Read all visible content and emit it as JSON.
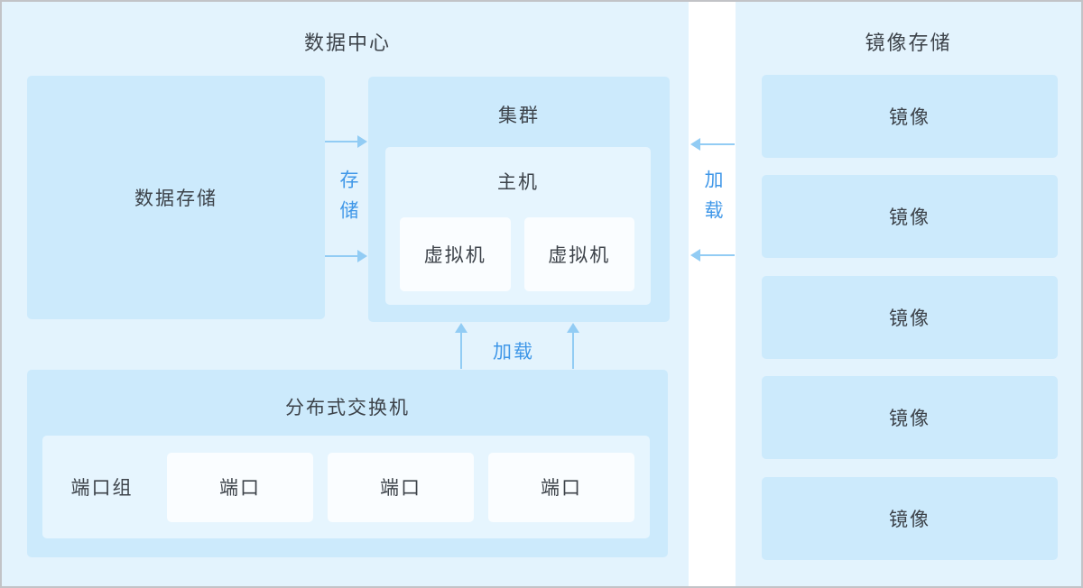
{
  "datacenter": {
    "title": "数据中心",
    "data_storage": {
      "label": "数据存储"
    },
    "cluster": {
      "title": "集群",
      "host": {
        "title": "主机",
        "vms": [
          {
            "label": "虚拟机"
          },
          {
            "label": "虚拟机"
          }
        ]
      }
    },
    "switch": {
      "title": "分布式交换机",
      "port_group_label": "端口组",
      "ports": [
        {
          "label": "端口"
        },
        {
          "label": "端口"
        },
        {
          "label": "端口"
        }
      ]
    }
  },
  "image_storage": {
    "title": "镜像存储",
    "images": [
      {
        "label": "镜像"
      },
      {
        "label": "镜像"
      },
      {
        "label": "镜像"
      },
      {
        "label": "镜像"
      },
      {
        "label": "镜像"
      }
    ]
  },
  "edges": {
    "storage_vertical_label": "存储",
    "load_vertical_label": "加载",
    "load_bottom_label": "加载"
  },
  "colors": {
    "panel_bg": "#e3f3fd",
    "box_dark": "#cceafc",
    "box_light": "#e6f5fe",
    "box_white": "#fafdff",
    "arrow": "#92ccf4",
    "blue_text": "#3f97e8",
    "dark_text": "#3d434a",
    "border": "#c2c3c7"
  }
}
